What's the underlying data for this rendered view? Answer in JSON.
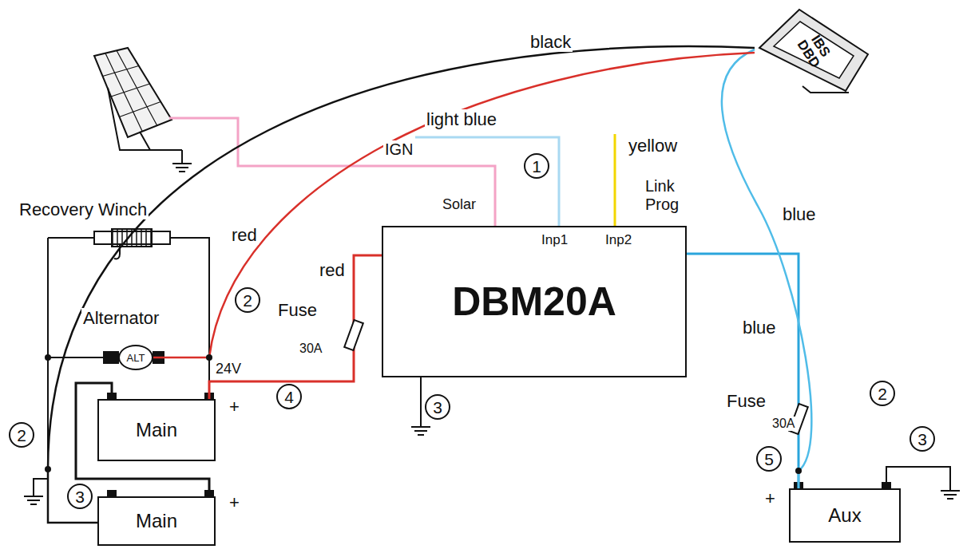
{
  "diagram": {
    "nodes": [
      {
        "text": [
          "IBS DBD"
        ]
      },
      {
        "text": [
          "DBM20A"
        ]
      },
      {
        "text": [
          "ALT"
        ]
      },
      {
        "text": [
          "Main"
        ]
      },
      {
        "text": [
          "Main"
        ]
      },
      {
        "text": [
          "Aux"
        ]
      }
    ],
    "edges": [
      {
        "from": 3,
        "to": 1,
        "arrow": "none",
        "label": "red"
      },
      {
        "from": 1,
        "to": 5,
        "arrow": "none",
        "label": "blue"
      },
      {
        "from": 0,
        "to": 5,
        "arrow": "none",
        "label": "blue"
      },
      {
        "from": 0,
        "to": 2,
        "arrow": "none",
        "label": "red"
      },
      {
        "from": 0,
        "to": 4,
        "arrow": "none",
        "label": "black"
      }
    ],
    "labels": [
      "light blue",
      "IGN",
      "Solar",
      "Inp1",
      "Inp2",
      "yellow",
      "Link Prog",
      "Recovery Winch",
      "Alternator",
      "24V",
      "Fuse",
      "30A",
      "Fuse",
      "30A",
      "+",
      "+",
      "+",
      "1",
      "2",
      "2",
      "2",
      "3",
      "3",
      "3",
      "4",
      "5"
    ]
  }
}
